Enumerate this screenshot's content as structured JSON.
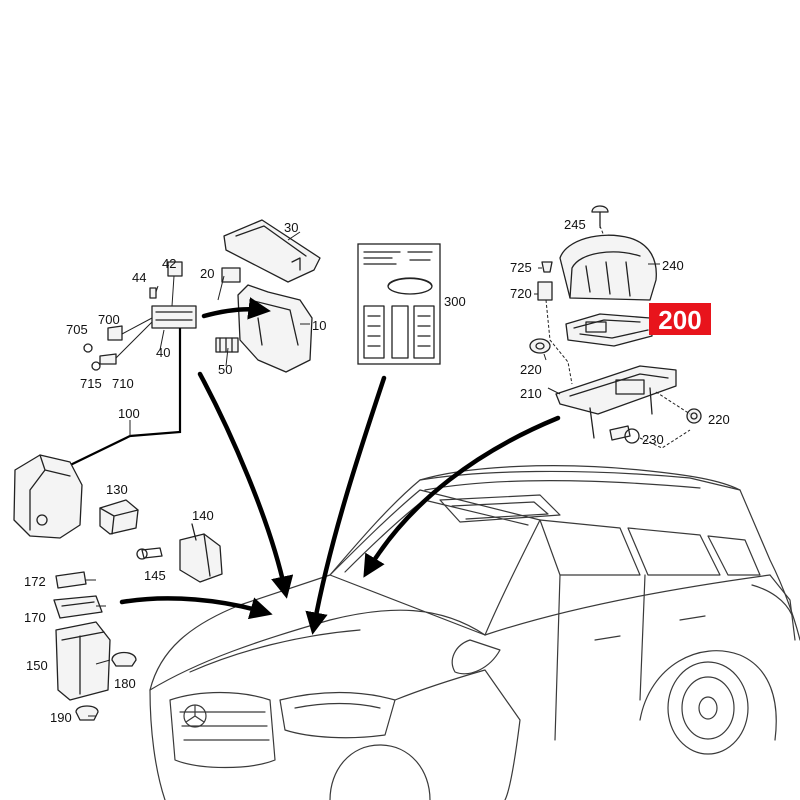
{
  "callouts": {
    "c10": "10",
    "c20": "20",
    "c30": "30",
    "c40": "40",
    "c42": "42",
    "c44": "44",
    "c50": "50",
    "c700": "700",
    "c705": "705",
    "c710": "710",
    "c715": "715",
    "c100": "100",
    "c130": "130",
    "c140": "140",
    "c145": "145",
    "c150": "150",
    "c170": "170",
    "c172": "172",
    "c180": "180",
    "c190": "190",
    "c210": "210",
    "c220a": "220",
    "c220b": "220",
    "c230": "230",
    "c240": "240",
    "c245": "245",
    "c300": "300",
    "c720": "720",
    "c725": "725"
  },
  "highlight": {
    "label": "200",
    "color": "#e8141c"
  }
}
